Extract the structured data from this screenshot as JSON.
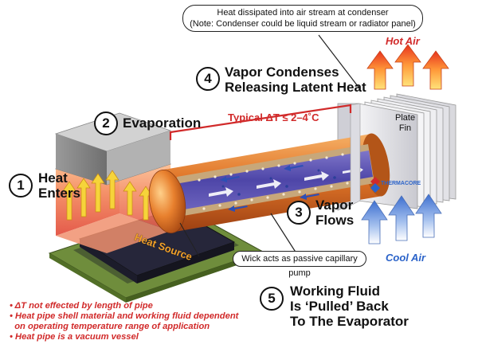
{
  "steps": {
    "step1": {
      "num": "1",
      "label_line1": "Heat",
      "label_line2": "Enters"
    },
    "step2": {
      "num": "2",
      "label": "Evaporation"
    },
    "step3": {
      "num": "3",
      "label_line1": "Vapor",
      "label_line2": "Flows"
    },
    "step4": {
      "num": "4",
      "label_line1": "Vapor Condenses",
      "label_line2": "Releasing Latent Heat"
    },
    "step5": {
      "num": "5",
      "label_line1": "Working Fluid",
      "label_line2": "Is ‘Pulled’ Back",
      "label_line3": "To The Evaporator"
    }
  },
  "callouts": {
    "condenser_line1": "Heat dissipated into air stream at condenser",
    "condenser_line2": "(Note: Condenser could be liquid stream or radiator panel)",
    "wick": "Wick acts as passive capillary pump"
  },
  "labels": {
    "hot_air": "Hot Air",
    "cool_air": "Cool Air",
    "delta_t": "Typical ΔT ≤ 2–4˚C",
    "plate_fin_line1": "Plate",
    "plate_fin_line2": "Fin",
    "heat_source": "Heat Source",
    "brand": "THERMACORE"
  },
  "notes": [
    "• ΔT not effected by length of pipe",
    "• Heat pipe shell material and working fluid dependent",
    "  on operating temperature range of application",
    "• Heat pipe is a vacuum vessel"
  ],
  "colors": {
    "accent_red": "#d12a2a",
    "accent_blue": "#2b63c9",
    "pipe_copper": "#e0752a",
    "block_gray": "#a7a7a7",
    "pcb_green": "#6f8d3c"
  }
}
